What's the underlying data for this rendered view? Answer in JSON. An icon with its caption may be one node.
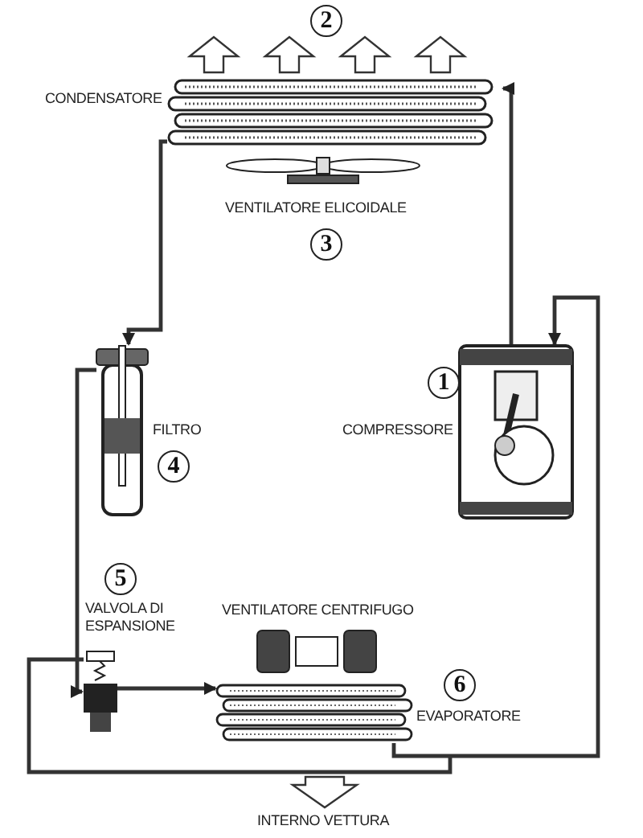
{
  "diagram": {
    "nodes": [
      {
        "text": [
          "2",
          "CONDENSATORE"
        ]
      },
      {
        "text": [
          "VENTILATORE ELICOIDALE",
          "3"
        ]
      },
      {
        "text": [
          "1",
          "COMPRESSORE"
        ]
      },
      {
        "text": [
          "FILTRO",
          "4"
        ]
      },
      {
        "text": [
          "5",
          "VALVOLA DI ESPANSIONE"
        ]
      },
      {
        "text": [
          "VENTILATORE CENTRIFUGO"
        ]
      },
      {
        "text": [
          "6",
          "EVAPORATORE"
        ]
      }
    ],
    "edges": [
      {
        "from": 2,
        "to": 0,
        "arrow": "to"
      },
      {
        "from": 0,
        "to": 3,
        "arrow": "to"
      },
      {
        "from": 3,
        "to": 4,
        "arrow": "to"
      },
      {
        "from": 4,
        "to": 6,
        "arrow": "to"
      },
      {
        "from": 6,
        "to": 2,
        "arrow": "to"
      },
      {
        "from": 6,
        "to": 4,
        "arrow": "none"
      }
    ],
    "labels": [
      "INTERNO VETTURA"
    ]
  }
}
